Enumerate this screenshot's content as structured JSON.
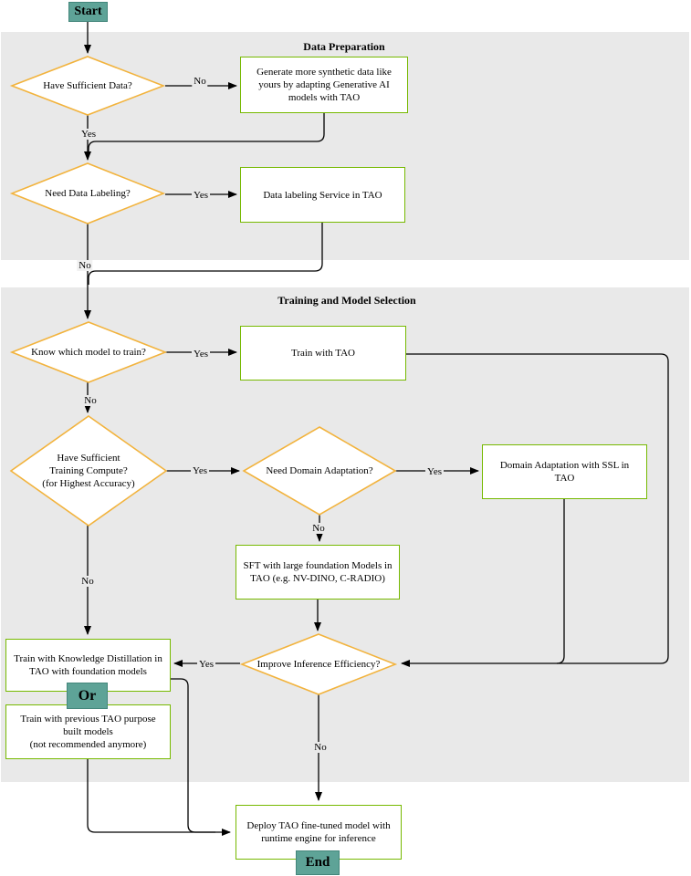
{
  "sections": [
    {
      "label": "Data Preparation"
    },
    {
      "label": "Training and Model Selection"
    }
  ],
  "terminals": {
    "start": "Start",
    "or": "Or",
    "end": "End"
  },
  "decisions": [
    {
      "label": "Have Sufficient Data?"
    },
    {
      "label": "Need Data Labeling?"
    },
    {
      "label": "Know which model to train?"
    },
    {
      "label": "Have Sufficient\nTraining Compute?\n(for Highest Accuracy)"
    },
    {
      "label": "Need Domain Adaptation?"
    },
    {
      "label": "Improve Inference Efficiency?"
    }
  ],
  "processes": [
    {
      "label": "Generate more synthetic data like\nyours by adapting Generative AI\nmodels with TAO"
    },
    {
      "label": "Data labeling Service in TAO"
    },
    {
      "label": "Train with TAO"
    },
    {
      "label": "Domain Adaptation with SSL in\nTAO"
    },
    {
      "label": "SFT with large foundation Models in\nTAO (e.g. NV-DINO, C-RADIO)"
    },
    {
      "label": "Train with Knowledge Distillation in\nTAO with foundation models"
    },
    {
      "label": "Train with previous TAO purpose\nbuilt models\n(not recommended anymore)"
    },
    {
      "label": "Deploy TAO fine-tuned model with\nruntime engine for inference"
    }
  ],
  "edge_labels": {
    "d1_no": "No",
    "d1_yes": "Yes",
    "d2_yes": "Yes",
    "d2_no": "No",
    "d3_yes": "Yes",
    "d3_no": "No",
    "d4_yes": "Yes",
    "d4_no": "No",
    "d5_yes": "Yes",
    "d5_no": "No",
    "d6_yes": "Yes",
    "d6_no": "No"
  },
  "colors": {
    "terminal_fill": "#5ea397",
    "terminal_border": "#43867b",
    "decision_border": "#f2b33d",
    "process_border": "#76b900",
    "section_bg": "#e9e9e9",
    "connector": "#000000"
  }
}
